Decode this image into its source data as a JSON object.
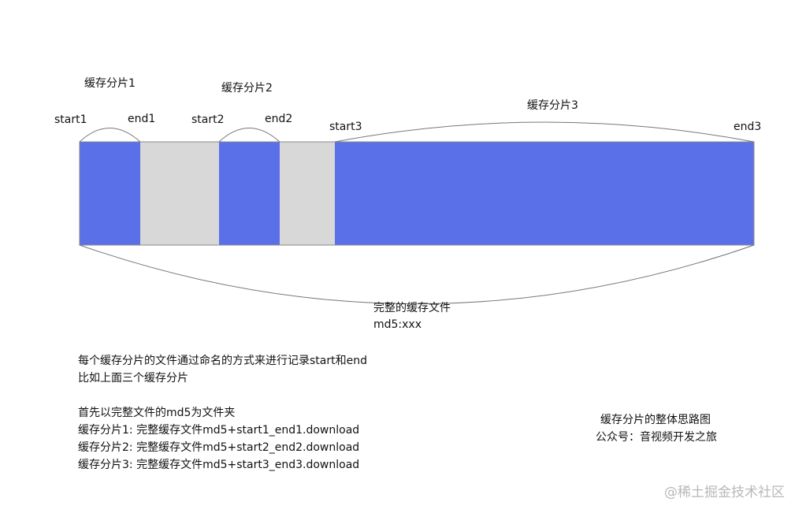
{
  "colors": {
    "cached": "#5a70e8",
    "missing": "#d8d8d8",
    "outline": "#8a8a8a"
  },
  "segments": [
    {
      "type": "cached",
      "label": "缓存分片1",
      "start_label": "start1",
      "end_label": "end1"
    },
    {
      "type": "missing"
    },
    {
      "type": "cached",
      "label": "缓存分片2",
      "start_label": "start2",
      "end_label": "end2"
    },
    {
      "type": "missing"
    },
    {
      "type": "cached",
      "label": "缓存分片3",
      "start_label": "start3",
      "end_label": "end3"
    }
  ],
  "full_file": {
    "label": "完整的缓存文件",
    "md5": "md5:xxx"
  },
  "notes": [
    "每个缓存分片的文件通过命名的方式来进行记录start和end",
    "比如上面三个缓存分片",
    "首先以完整文件的md5为文件夹",
    "缓存分片1: 完整缓存文件md5+start1_end1.download",
    "缓存分片2: 完整缓存文件md5+start2_end2.download",
    "缓存分片3: 完整缓存文件md5+start3_end3.download"
  ],
  "caption": {
    "title": "缓存分片的整体思路图",
    "account": "公众号：音视频开发之旅"
  },
  "watermark": "@稀土掘金技术社区"
}
